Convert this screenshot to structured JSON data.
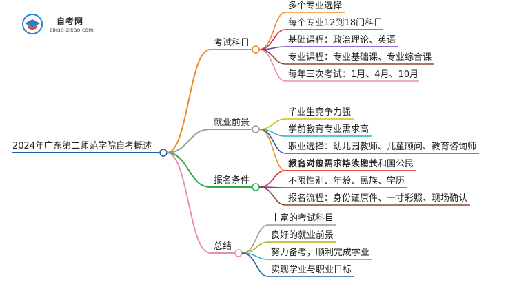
{
  "logo": {
    "name": "自考网",
    "domain": "zikao-zikao.com"
  },
  "root": {
    "label": "2024年广东第二师范学院自考概述",
    "color": "#1f5fa8"
  },
  "branches": [
    {
      "label": "考试科目",
      "color": "#f08a24",
      "leaves": [
        {
          "label": "多个专业选择",
          "color": "#f08a24"
        },
        {
          "label": "每个专业12到18门科目",
          "color": "#d8262b"
        },
        {
          "label": "基础课程：政治理论、英语",
          "color": "#6a3fb5"
        },
        {
          "label": "专业课程：专业基础课、专业综合课",
          "color": "#8a4a2a"
        },
        {
          "label": "每年三次考试：1月、4月、10月",
          "color": "#e88fb0"
        }
      ]
    },
    {
      "label": "就业前景",
      "color": "#999999",
      "leaves": [
        {
          "label": "毕业生竞争力强",
          "color": "#c9c21a"
        },
        {
          "label": "学前教育专业需求高",
          "color": "#2bb0c9"
        },
        {
          "label": "职业选择：幼儿园教师、儿童顾问、教育咨询师",
          "color": "#1f5fa8"
        },
        {
          "label": "教育岗位需求持续增长",
          "color": "#f08a24"
        }
      ]
    },
    {
      "label": "报名条件",
      "color": "#b2b21a",
      "leaves": [
        {
          "label": "报名对象：中华人民共和国公民",
          "color": "#d8262b"
        },
        {
          "label": "不限性别、年龄、民族、学历",
          "color": "#6a3fb5"
        },
        {
          "label": "报名流程：身份证原件、一寸彩照、现场确认",
          "color": "#8a4a2a"
        }
      ]
    },
    {
      "label": "总结",
      "color": "#e88fb0",
      "leaves": [
        {
          "label": "丰富的考试科目",
          "color": "#999999"
        },
        {
          "label": "良好的就业前景",
          "color": "#b2b21a"
        },
        {
          "label": "努力备考，顺利完成学业",
          "color": "#2bb0c9"
        },
        {
          "label": "实现学业与职业目标",
          "color": "#1f5fa8"
        }
      ]
    }
  ],
  "branch_colors_link": [
    "#f08a24",
    "#999999",
    "#2fa84a",
    "#e88fb0"
  ]
}
